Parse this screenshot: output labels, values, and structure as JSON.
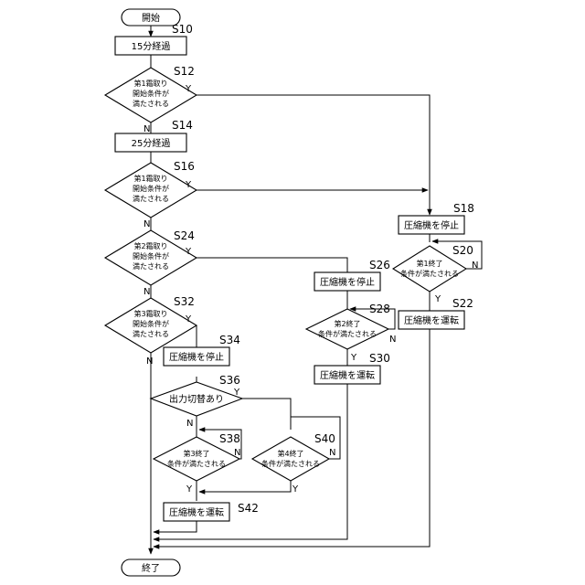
{
  "nodes": {
    "start": {
      "lines": [
        "開始"
      ]
    },
    "s10": {
      "step": "S10",
      "lines": [
        "15分経過"
      ]
    },
    "s12": {
      "step": "S12",
      "lines": [
        "第1霜取り",
        "開始条件が",
        "満たされる"
      ]
    },
    "s14": {
      "step": "S14",
      "lines": [
        "25分経過"
      ]
    },
    "s16": {
      "step": "S16",
      "lines": [
        "第1霜取り",
        "開始条件が",
        "満たされる"
      ]
    },
    "s18": {
      "step": "S18",
      "lines": [
        "圧縮機を停止"
      ]
    },
    "s20": {
      "step": "S20",
      "lines": [
        "第1終了",
        "条件が満たされる"
      ]
    },
    "s22": {
      "step": "S22",
      "lines": [
        "圧縮機を運転"
      ]
    },
    "s24": {
      "step": "S24",
      "lines": [
        "第2霜取り",
        "開始条件が",
        "満たされる"
      ]
    },
    "s26": {
      "step": "S26",
      "lines": [
        "圧縮機を停止"
      ]
    },
    "s28": {
      "step": "S28",
      "lines": [
        "第2終了",
        "条件が満たされる"
      ]
    },
    "s30": {
      "step": "S30",
      "lines": [
        "圧縮機を運転"
      ]
    },
    "s32": {
      "step": "S32",
      "lines": [
        "第3霜取り",
        "開始条件が",
        "満たされる"
      ]
    },
    "s34": {
      "step": "S34",
      "lines": [
        "圧縮機を停止"
      ]
    },
    "s36": {
      "step": "S36",
      "lines": [
        "出力切替あり"
      ]
    },
    "s38": {
      "step": "S38",
      "lines": [
        "第3終了",
        "条件が満たされる"
      ]
    },
    "s40": {
      "step": "S40",
      "lines": [
        "第4終了",
        "条件が満たされる"
      ]
    },
    "s42": {
      "step": "S42",
      "lines": [
        "圧縮機を運転"
      ]
    },
    "end": {
      "lines": [
        "終了"
      ]
    }
  },
  "branch_labels": {
    "yes": "Y",
    "no": "N"
  }
}
